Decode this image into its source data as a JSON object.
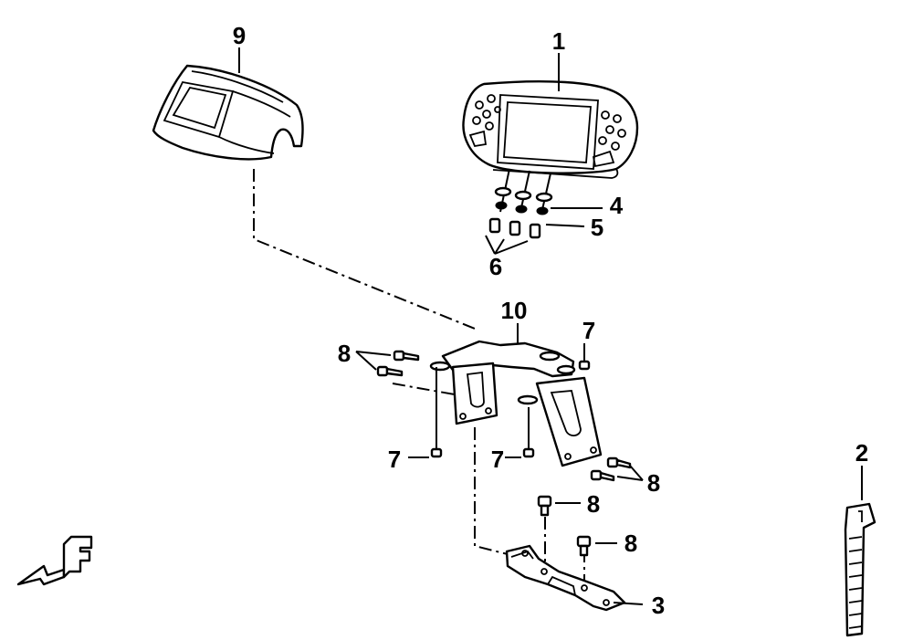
{
  "callouts": {
    "c1": "1",
    "c2": "2",
    "c3": "3",
    "c4": "4",
    "c5": "5",
    "c6": "6",
    "c7a": "7",
    "c7b": "7",
    "c7c": "7",
    "c8a": "8",
    "c8b": "8",
    "c8c": "8",
    "c8d": "8",
    "c9": "9",
    "c10": "10"
  },
  "front_indicator": "F"
}
